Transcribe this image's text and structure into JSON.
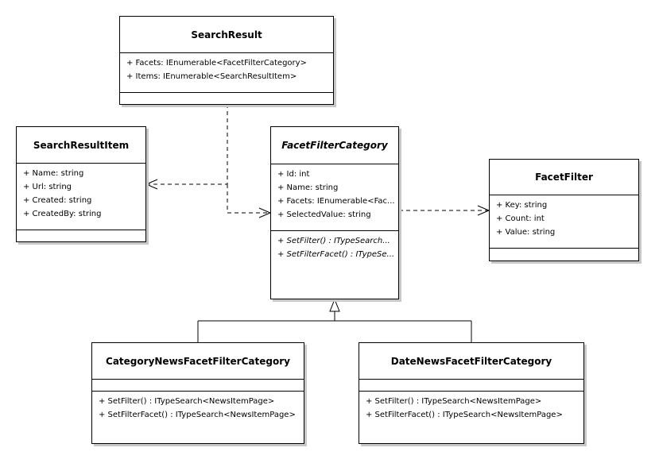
{
  "classes": {
    "search_result": {
      "name": "SearchResult",
      "attributes": [
        "+ Facets: IEnumerable<FacetFilterCategory>",
        "+ Items: IEnumerable<SearchResultItem>"
      ]
    },
    "search_result_item": {
      "name": "SearchResultItem",
      "attributes": [
        "+ Name: string",
        "+ Url: string",
        "+ Created: string",
        "+ CreatedBy: string"
      ]
    },
    "facet_filter_category": {
      "name": "FacetFilterCategory",
      "attributes": [
        "+ Id: int",
        "+ Name: string",
        "+ Facets: IEnumerable<Fac...",
        "+ SelectedValue: string"
      ],
      "operations": [
        "+ SetFilter() : ITypeSearch...",
        "+ SetFilterFacet() : ITypeSe..."
      ]
    },
    "facet_filter": {
      "name": "FacetFilter",
      "attributes": [
        "+ Key: string",
        "+ Count: int",
        "+ Value: string"
      ]
    },
    "category_news": {
      "name": "CategoryNewsFacetFilterCategory",
      "operations": [
        "+ SetFilter() : ITypeSearch<NewsItemPage>",
        "+ SetFilterFacet() : ITypeSearch<NewsItemPage>"
      ]
    },
    "date_news": {
      "name": "DateNewsFacetFilterCategory",
      "operations": [
        "+ SetFilter() : ITypeSearch<NewsItemPage>",
        "+ SetFilterFacet() : ITypeSearch<NewsItemPage>"
      ]
    }
  }
}
